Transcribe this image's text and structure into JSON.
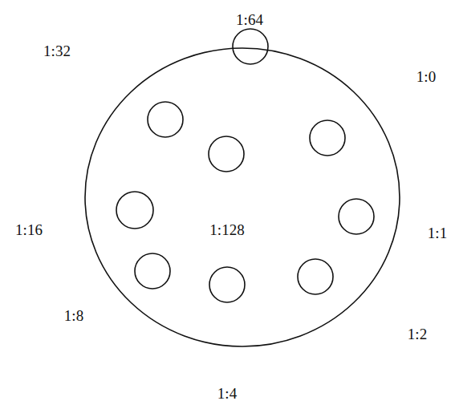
{
  "diagram": {
    "labels": [
      "1:64",
      "1:32",
      "1:0",
      "1:16",
      "1:128",
      "1:1",
      "1:8",
      "1:2",
      "1:4"
    ]
  }
}
